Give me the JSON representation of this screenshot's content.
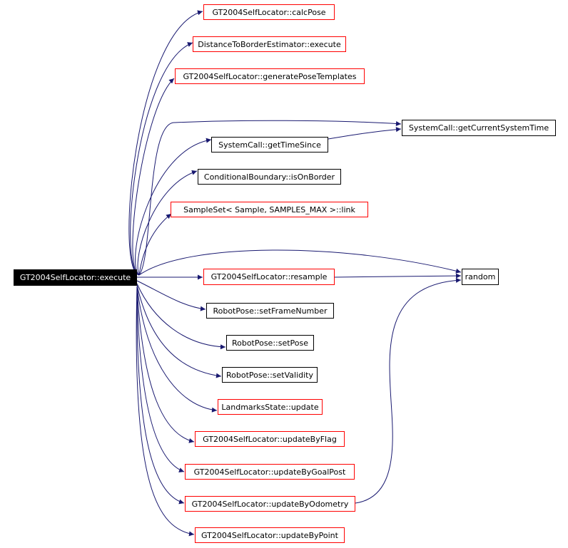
{
  "colors": {
    "edge": "#191970",
    "link_border": "#ff0000",
    "plain_border": "#000000",
    "root_fill": "#000000",
    "root_text": "#ffffff"
  },
  "nodes": {
    "root": "GT2004SelfLocator::execute",
    "calcPose": "GT2004SelfLocator::calcPose",
    "distanceToBorder": "DistanceToBorderEstimator::execute",
    "generatePoseTemplates": "GT2004SelfLocator::generatePoseTemplates",
    "getCurrentSystemTime": "SystemCall::getCurrentSystemTime",
    "getTimeSince": "SystemCall::getTimeSince",
    "isOnBorder": "ConditionalBoundary::isOnBorder",
    "sampleSetLink": "SampleSet< Sample, SAMPLES_MAX >::link",
    "resample": "GT2004SelfLocator::resample",
    "random": "random",
    "setFrameNumber": "RobotPose::setFrameNumber",
    "setPose": "RobotPose::setPose",
    "setValidity": "RobotPose::setValidity",
    "landmarksUpdate": "LandmarksState::update",
    "updateByFlag": "GT2004SelfLocator::updateByFlag",
    "updateByGoalPost": "GT2004SelfLocator::updateByGoalPost",
    "updateByOdometry": "GT2004SelfLocator::updateByOdometry",
    "updateByPoint": "GT2004SelfLocator::updateByPoint"
  }
}
